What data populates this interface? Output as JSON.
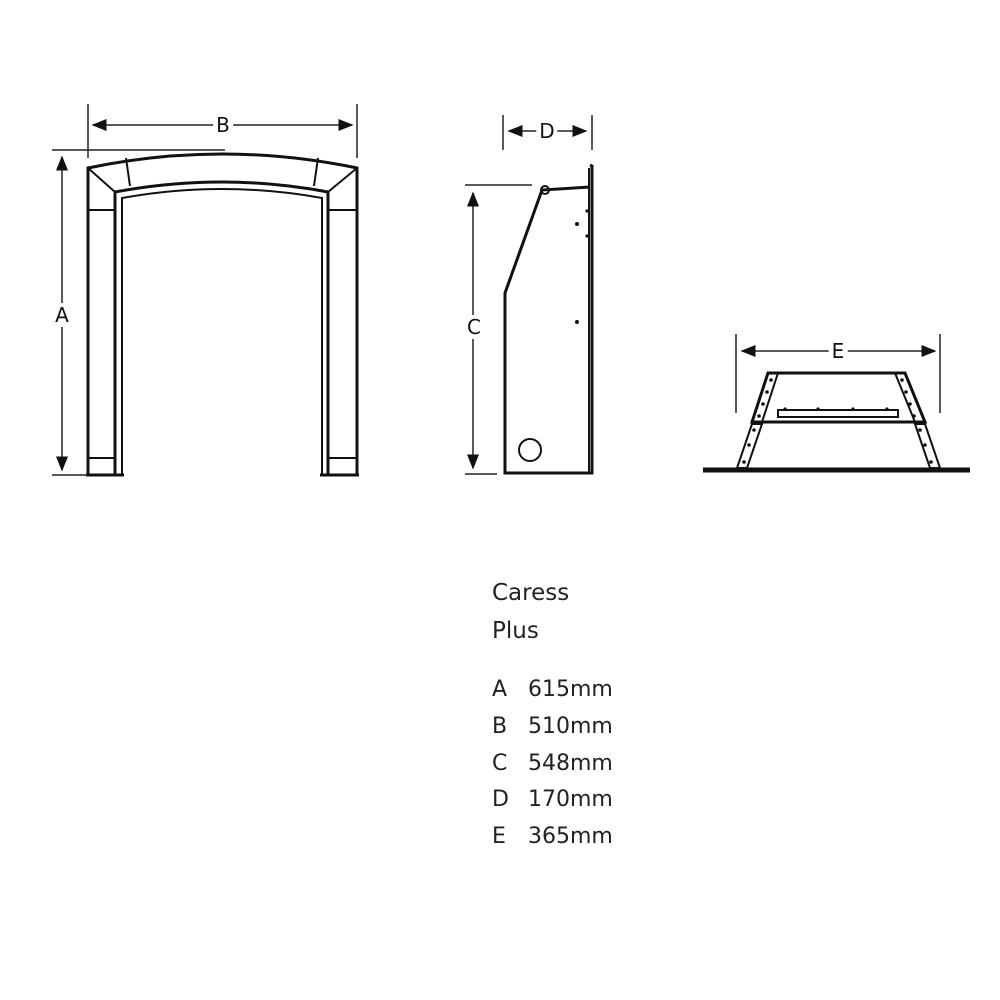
{
  "diagram": {
    "labels": {
      "a": "A",
      "b": "B",
      "c": "C",
      "d": "D",
      "e": "E"
    },
    "title_line1": "Caress",
    "title_line2": "Plus",
    "dimensions": [
      {
        "key": "A",
        "value": "615mm"
      },
      {
        "key": "B",
        "value": "510mm"
      },
      {
        "key": "C",
        "value": "548mm"
      },
      {
        "key": "D",
        "value": "170mm"
      },
      {
        "key": "E",
        "value": "365mm"
      }
    ]
  }
}
